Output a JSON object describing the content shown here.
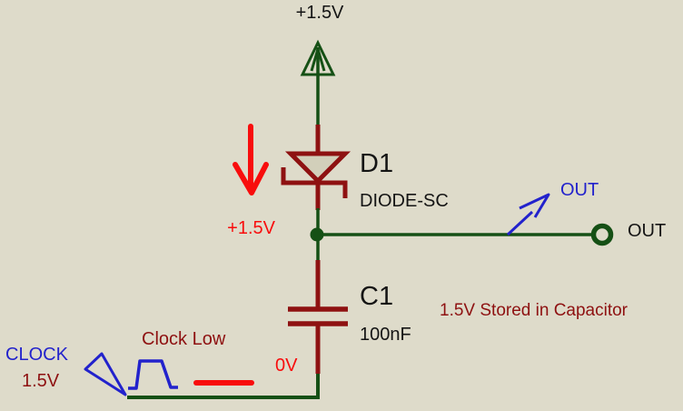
{
  "colors": {
    "background": "#DEDBCA",
    "wire_green": "#155015",
    "component_dark_red": "#8E1111",
    "diode_fill": "#D2CFBA",
    "annotation_red": "#F80D0D",
    "annotation_blue": "#2222CC",
    "text_black": "#141414"
  },
  "power": {
    "label": "+1.5V"
  },
  "diode": {
    "ref": "D1",
    "value": "DIODE-SC"
  },
  "capacitor": {
    "ref": "C1",
    "value": "100nF"
  },
  "node": {
    "voltage_label": "+1.5V"
  },
  "output": {
    "pointer_label": "OUT",
    "terminal_label": "OUT"
  },
  "clock": {
    "name": "CLOCK",
    "voltage": "1.5V",
    "state_label": "Clock Low",
    "level_label": "0V"
  },
  "notes": {
    "capacitor_note": "1.5V Stored in Capacitor"
  },
  "icons": {
    "power_arrow": "power-terminal-arrow-icon",
    "current_arrow": "red-current-direction-arrow-icon",
    "out_pointer": "blue-out-pointer-arrow-icon",
    "clock_pulse": "clock-pulse-waveform-icon",
    "generator_flag": "clock-generator-flag-icon",
    "low_level_line": "red-low-level-line-icon"
  }
}
